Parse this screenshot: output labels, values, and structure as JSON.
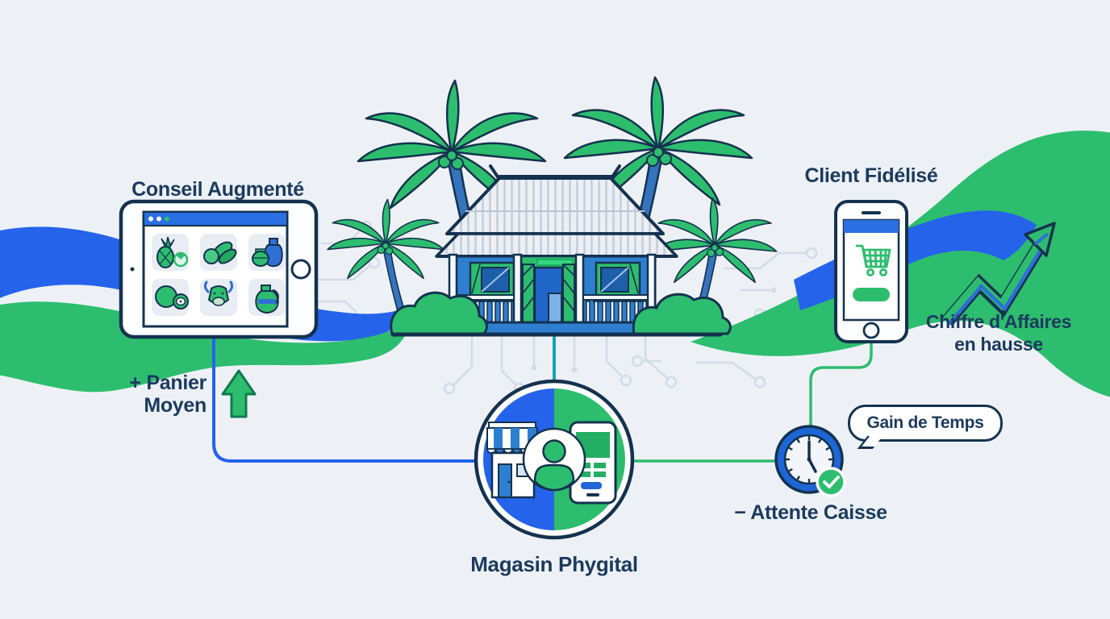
{
  "illustration": {
    "colors": {
      "blue": "#2563eb",
      "green": "#2dbd6e",
      "navy": "#1b3a5e",
      "teal": "#1aa3b2",
      "background": "#edf1f6",
      "circuit_gray": "#d3dbe5"
    },
    "labels": {
      "tablet_title": "Conseil Augmenté",
      "basket_line1": "+ Panier",
      "basket_line2": "Moyen",
      "phone_title": "Client Fidélisé",
      "revenue_line1": "Chiffre d'Affaires",
      "revenue_line2": "en hausse",
      "bubble": "Gain de Temps",
      "checkout": "− Attente Caisse",
      "center": "Magasin Phygital"
    },
    "tablet_product_icons": [
      "pineapple-icon",
      "soursop-icon",
      "vases-icon",
      "coconut-icon",
      "zebu-icon",
      "jug-icon"
    ]
  }
}
